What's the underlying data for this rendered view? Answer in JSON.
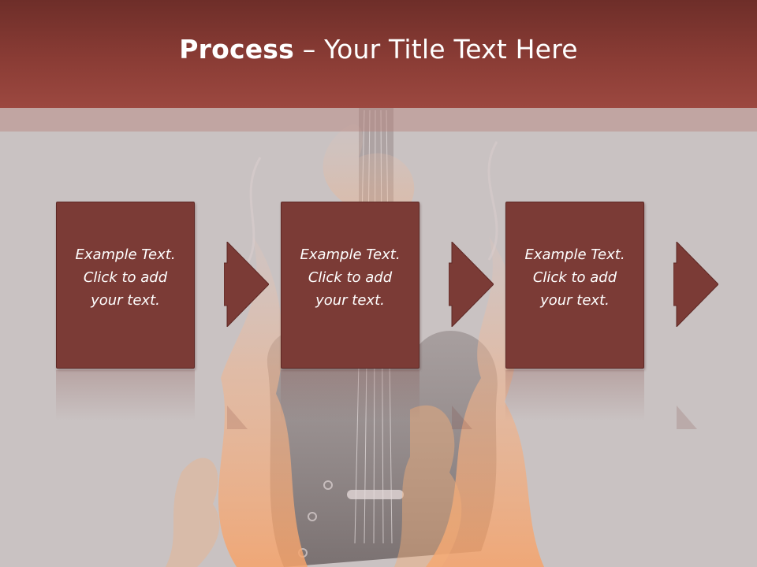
{
  "slide": {
    "title_bold": "Process",
    "title_separator": " – ",
    "title_rest": "Your Title Text Here"
  },
  "steps": [
    {
      "line1": "Example Text.",
      "line2": "Click  to add",
      "line3": "your text."
    },
    {
      "line1": "Example Text.",
      "line2": "Click  to add",
      "line3": "your text."
    },
    {
      "line1": "Example Text.",
      "line2": "Click  to add",
      "line3": "your text."
    }
  ],
  "colors": {
    "title_bar": "#8a3c35",
    "step_box": "#7b3b36",
    "background": "#c9c2c2",
    "text": "#ffffff"
  },
  "icons": {
    "background": "flaming-guitar-image",
    "connector": "right-arrow-icon"
  }
}
